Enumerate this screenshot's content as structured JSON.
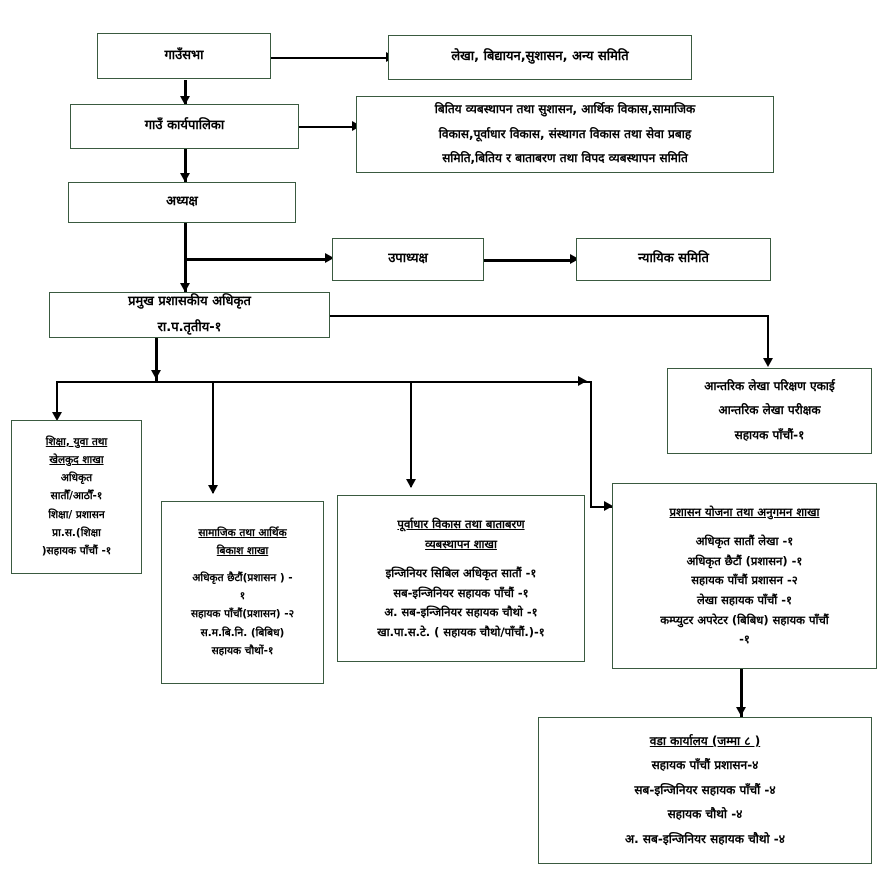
{
  "diagram": {
    "title": "Rural Municipality Organizational Structure Chart",
    "border_color": "#3a5a40",
    "line_color": "#000000",
    "background": "#ffffff"
  },
  "nodes": {
    "gaunsabha": {
      "lines": [
        "गाउँसभा"
      ]
    },
    "committees_top": {
      "lines": [
        "लेखा, बिद्यायन,सुशासन, अन्य समिति"
      ]
    },
    "karyapalika": {
      "lines": [
        "गाउँ कार्यपालिका"
      ]
    },
    "committees_main": {
      "lines": [
        "बितिय व्यबस्थापन तथा सुशासन, आर्थिक विकास,सामाजिक",
        "विकास,पूर्वाधार विकास, संस्थागत विकास तथा सेवा प्रबाह",
        "समिति,बितिय र बाताबरण तथा विपद व्यबस्थापन समिति"
      ]
    },
    "adhyaksha": {
      "lines": [
        "अध्यक्ष"
      ]
    },
    "upadhyaksha": {
      "lines": [
        "उपाध्यक्ष"
      ]
    },
    "nyayik_samiti": {
      "lines": [
        "न्यायिक समिति"
      ]
    },
    "cao": {
      "lines": [
        "प्रमुख प्रशासकीय अधिकृत",
        "रा.प.तृतीय-१"
      ]
    },
    "internal_audit": {
      "lines": [
        "आन्तरिक लेखा परिक्षण एकाई",
        "आन्तरिक लेखा परीक्षक",
        "सहायक पाँचौं-१"
      ]
    },
    "education_branch": {
      "heading": [
        "शिक्षा, युवा तथा",
        "खेलकुद शाखा"
      ],
      "lines": [
        "अधिकृत",
        "सातौँ/आठौँ-१",
        "शिक्षा/ प्रशासन",
        "प्रा.स.(शिक्षा",
        ")सहायक पाँचौं -१"
      ]
    },
    "social_economic_branch": {
      "heading": [
        "सामाजिक तथा आर्थिक",
        "बिकाश शाखा"
      ],
      "lines": [
        "अधिकृत छैटौं(प्रशासन ) -",
        "१",
        "सहायक पाँचौं(प्रशासन) -२",
        "स.म.बि.नि. (बिबिध)",
        "सहायक चौथों-१"
      ]
    },
    "infrastructure_branch": {
      "heading": [
        "पूर्वाधार विकास तथा बाताबरण",
        "व्यबस्थापन शाखा"
      ],
      "lines": [
        "इन्जिनियर सिबिल अधिकृत सातौं -१",
        "सब-इन्जिनियर सहायक पाँचौं -१",
        "अ. सब-इन्जिनियर सहायक चौथो -१",
        "खा.पा.स.टे. ( सहायक चौथो/पाँचौं.)-१"
      ]
    },
    "admin_planning_branch": {
      "heading": [
        "प्रशासन योजना तथा अनुगमन शाखा"
      ],
      "lines": [
        "अधिकृत सातौं  लेखा  -१",
        "अधिकृत छैटौं (प्रशासन) -१",
        "सहायक पाँचौं प्रशासन -२",
        "लेखा सहायक पाँचौं -१",
        "कम्प्युटर अपरेटर (बिबिध) सहायक पाँचौं",
        "-१"
      ]
    },
    "ward_office": {
      "heading": [
        "वडा कार्यालय (जम्मा ८ )"
      ],
      "lines": [
        "सहायक पाँचौं प्रशासन-४",
        "सब-इन्जिनियर सहायक पाँचौं -४",
        "सहायक चौथो -४",
        "अ. सब-इन्जिनियर सहायक चौथो -४"
      ]
    }
  }
}
